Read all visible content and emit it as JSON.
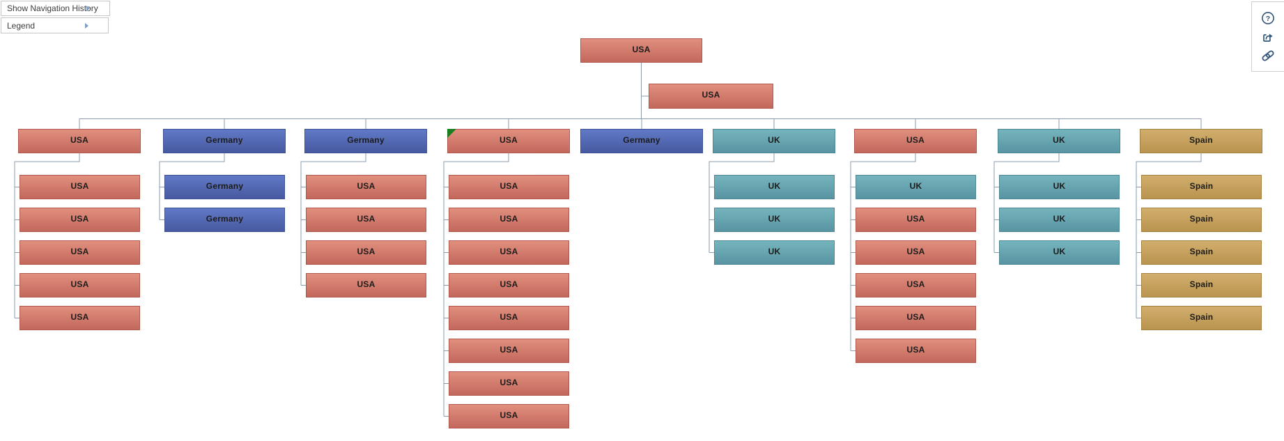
{
  "menu": {
    "items": [
      {
        "label": "Show Navigation History"
      },
      {
        "label": "Legend"
      }
    ]
  },
  "toolbar": {
    "icon_color": "#33567a",
    "icons": [
      {
        "name": "help"
      },
      {
        "name": "share"
      },
      {
        "name": "link"
      }
    ]
  },
  "chart_data": {
    "type": "org-tree",
    "root": "USA",
    "assistant": "USA",
    "columns": [
      {
        "label": "USA",
        "children": [
          "USA",
          "USA",
          "USA",
          "USA",
          "USA"
        ]
      },
      {
        "label": "Germany",
        "children": [
          "Germany",
          "Germany"
        ]
      },
      {
        "label": "Germany",
        "children": [
          "USA",
          "USA",
          "USA",
          "USA"
        ]
      },
      {
        "label": "USA",
        "flag": true,
        "children": [
          "USA",
          "USA",
          "USA",
          "USA",
          "USA",
          "USA",
          "USA",
          "USA"
        ]
      },
      {
        "label": "Germany",
        "children": []
      },
      {
        "label": "UK",
        "children": [
          "UK",
          "UK",
          "UK"
        ]
      },
      {
        "label": "USA",
        "children": [
          "UK",
          "USA",
          "USA",
          "USA",
          "USA",
          "USA"
        ]
      },
      {
        "label": "UK",
        "children": [
          "UK",
          "UK",
          "UK"
        ]
      },
      {
        "label": "Spain",
        "children": [
          "Spain",
          "Spain",
          "Spain",
          "Spain",
          "Spain"
        ]
      }
    ],
    "colors": {
      "USA": {
        "top": "#e18f7e",
        "bottom": "#c3685c",
        "border": "#b2594e"
      },
      "Germany": {
        "top": "#6179c7",
        "bottom": "#47599f",
        "border": "#3e5094"
      },
      "UK": {
        "top": "#75b4bd",
        "bottom": "#5894a2",
        "border": "#4d8795"
      },
      "Spain": {
        "top": "#d2ae6e",
        "bottom": "#b9944e",
        "border": "#a5813f"
      }
    },
    "connector_color": "#8b9bae",
    "flag_color": "#1c7e1e",
    "text_color": "#1b1b1b"
  }
}
